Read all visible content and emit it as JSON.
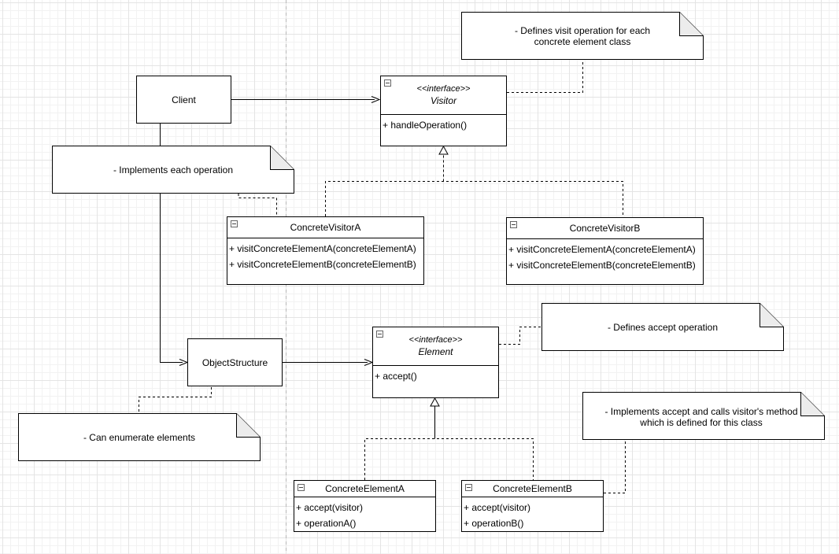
{
  "client": {
    "name": "Client"
  },
  "visitor": {
    "stereotype": "<<interface>>",
    "name": "Visitor",
    "members": [
      "+ handleOperation()"
    ]
  },
  "concrete_visitor_a": {
    "name": "ConcreteVisitorA",
    "members": [
      "+ visitConcreteElementA(concreteElementA)",
      "+ visitConcreteElementB(concreteElementB)"
    ]
  },
  "concrete_visitor_b": {
    "name": "ConcreteVisitorB",
    "members": [
      "+ visitConcreteElementA(concreteElementA)",
      "+ visitConcreteElementB(concreteElementB)"
    ]
  },
  "object_structure": {
    "name": "ObjectStructure"
  },
  "element": {
    "stereotype": "<<interface>>",
    "name": "Element",
    "members": [
      "+ accept()"
    ]
  },
  "concrete_element_a": {
    "name": "ConcreteElementA",
    "members": [
      "+ accept(visitor)",
      "+ operationA()"
    ]
  },
  "concrete_element_b": {
    "name": "ConcreteElementB",
    "members": [
      "+ accept(visitor)",
      "+ operationB()"
    ]
  },
  "notes": {
    "visitor": [
      "- Defines visit operation for each",
      "concrete element class"
    ],
    "concrete_visitor": [
      "- Implements each operation"
    ],
    "element": [
      "- Defines accept operation"
    ],
    "object_structure": [
      "- Can enumerate elements"
    ],
    "concrete_element": [
      "- Implements accept and calls visitor's method",
      "which is defined for this class"
    ]
  },
  "colors": {
    "line": "#000000",
    "grid": "#e4e4e4",
    "page_divider": "#b8b8b8"
  }
}
